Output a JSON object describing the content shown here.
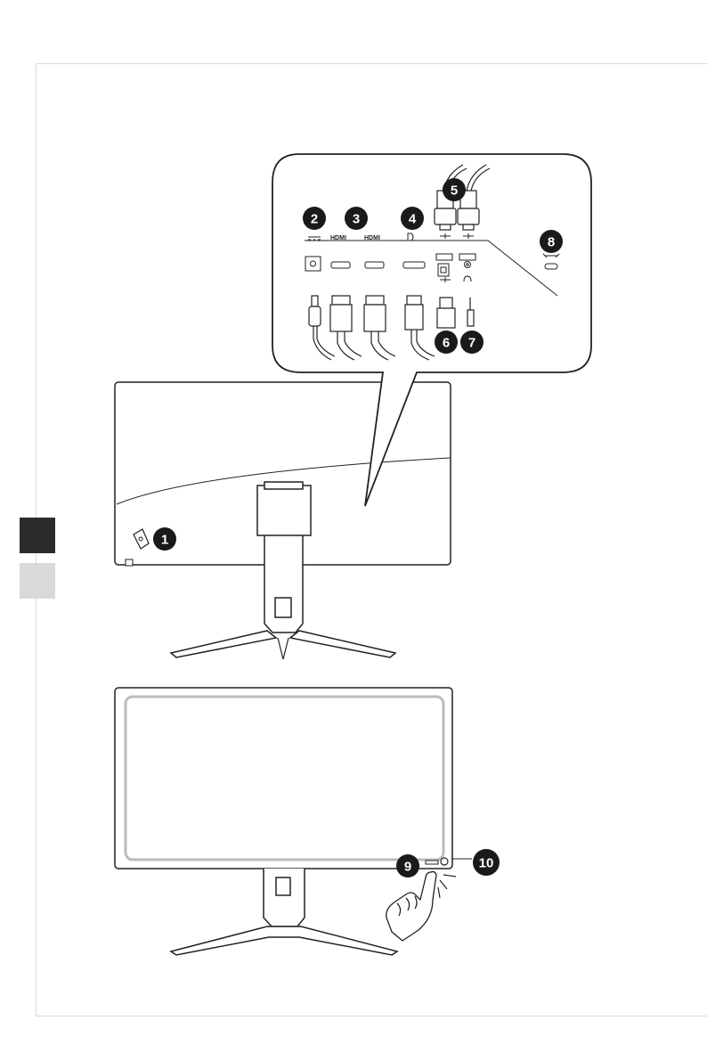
{
  "callouts": {
    "c1": "1",
    "c2": "2",
    "c3": "3",
    "c4": "4",
    "c5": "5",
    "c6": "6",
    "c7": "7",
    "c8": "8",
    "c9": "9",
    "c10": "10"
  },
  "port_labels": {
    "hdmi_1": "HDMI",
    "hdmi_2": "HDMI"
  },
  "colors": {
    "ink": "#222222",
    "badge": "#1a1a1a",
    "frame": "#d9d9d9",
    "tab_dark": "#2b2b2b",
    "tab_light": "#d9d9d9"
  }
}
